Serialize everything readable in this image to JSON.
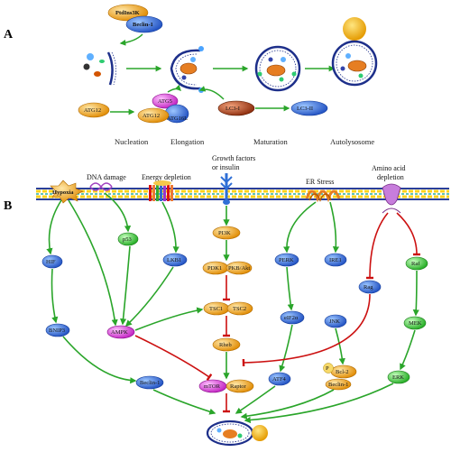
{
  "panels": {
    "a": "A",
    "b": "B"
  },
  "panel_a": {
    "complexes": {
      "pdfins3k": "PtdIns3K",
      "beclin1": "Beclin-1",
      "atg5": "ATG5",
      "atg12_free": "ATG12",
      "atg12_bound": "ATG12",
      "atg16l": "ATG16L",
      "lc3i": "LC3-I",
      "lc3ii": "LC3-II"
    },
    "stages": [
      "Nucleation",
      "Elongation",
      "Maturation",
      "Autolysosome"
    ]
  },
  "panel_b": {
    "stimuli": {
      "dna_damage": "DNA damage",
      "energy_depletion": "Energy depletion",
      "growth_factors_1": "Growth factors",
      "growth_factors_2": "or insulin",
      "er_stress": "ER Stress",
      "amino_acid_1": "Amino acid",
      "amino_acid_2": "depletion"
    },
    "nodes": {
      "hypoxia": "Hypoxia",
      "hif": "HIF",
      "bnip3": "BNIP3",
      "p53": "p53",
      "lkb1": "LKB1",
      "ampk": "AMPK",
      "pi3k": "PI3K",
      "pdk1": "PDK1",
      "pkb_akt": "PKB/Akt",
      "tsc1": "TSC1",
      "tsc2": "TSC2",
      "rheb": "Rheb",
      "mtor": "mTOR",
      "raptor": "Raptor",
      "beclin1": "Beclin-1",
      "perk": "PERK",
      "eif2a": "eIF2α",
      "atf4": "ATF4",
      "ire1": "IRE1",
      "jnk": "JNK",
      "p": "P",
      "bcl2": "Bcl-2",
      "beclin1_b": "Beclin-1",
      "rag": "Rag",
      "raf": "Raf",
      "mek": "MEK",
      "erk": "ERK"
    }
  },
  "colors": {
    "blue_node": "#2f6fd6",
    "green_node": "#3ccf3c",
    "orange_node": "#f5a623",
    "magenta_node": "#e03ce0",
    "activation_arrow": "#2aa52a",
    "inhibition_line": "#cc1111",
    "membrane_yellow": "#ffd21a",
    "membrane_blue": "#2a3f9a",
    "membrane_teal": "#2ab0a6"
  }
}
